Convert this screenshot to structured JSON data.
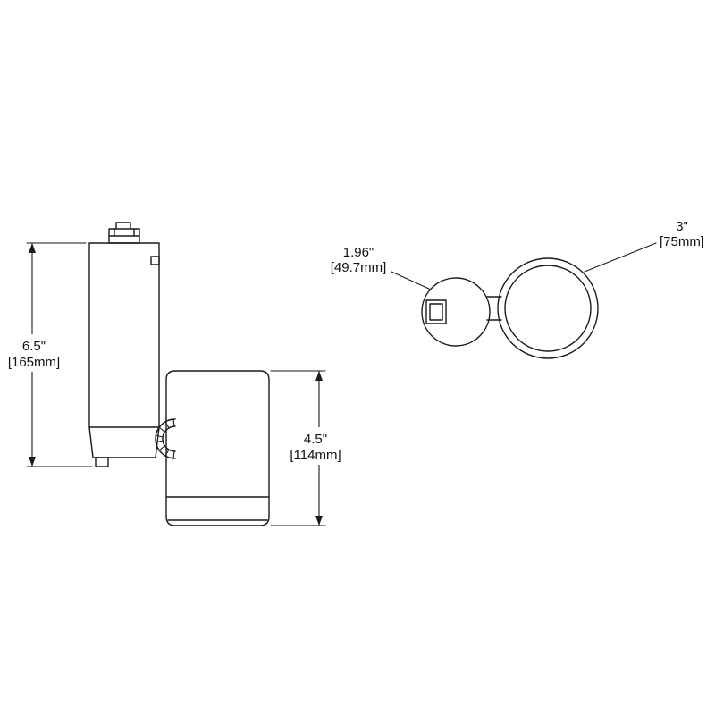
{
  "diagram": {
    "kind": "technical-dimension-drawing",
    "subject": "track-light-fixture",
    "line_color": "#1a1a1a",
    "background_color": "#ffffff"
  },
  "side_view": {
    "height": {
      "inches": "6.5\"",
      "mm": "[165mm]"
    },
    "head_height": {
      "inches": "4.5\"",
      "mm": "[114mm]"
    }
  },
  "top_view": {
    "adapter_diameter": {
      "inches": "1.96\"",
      "mm": "[49.7mm]"
    },
    "head_diameter": {
      "inches": "3\"",
      "mm": "[75mm]"
    }
  }
}
